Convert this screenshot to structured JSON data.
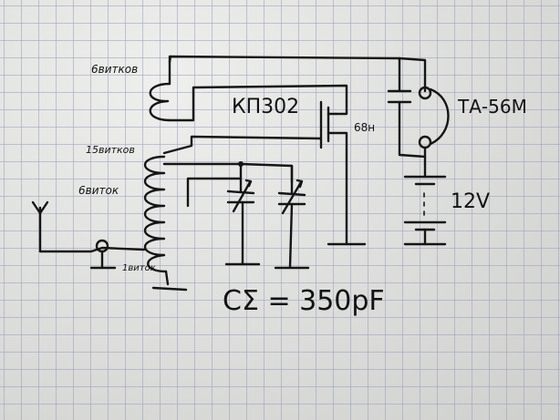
{
  "labels": {
    "coil_top_turns": "6витков",
    "coil_tap_turns": "15витков",
    "coil_ant_turns": "6виток",
    "coil_bottom_turns": "1виток",
    "transistor": "КП302",
    "capacitor_small": "68н",
    "headphones": "ТА-56М",
    "battery_voltage": "12V",
    "capacitance_total": "CΣ = 350pF"
  },
  "icons": {
    "antenna": "antenna-icon",
    "ground": "ground-icon",
    "variable_capacitor": "variable-capacitor-icon",
    "transistor": "fet-transistor-icon",
    "headphones": "headphones-icon",
    "battery": "battery-icon"
  }
}
